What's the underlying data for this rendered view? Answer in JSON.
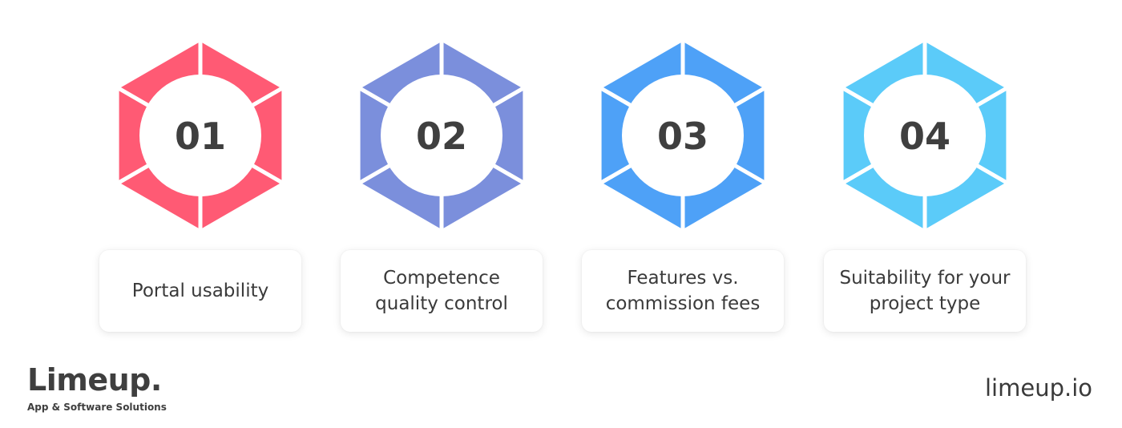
{
  "steps": [
    {
      "number": "01",
      "label": "Portal usability",
      "color": "#ff5a74"
    },
    {
      "number": "02",
      "label": "Competence\nquality control",
      "color": "#7b8fdc"
    },
    {
      "number": "03",
      "label": "Features vs.\ncommission fees",
      "color": "#4ea1f7"
    },
    {
      "number": "04",
      "label": "Suitability for your\nproject type",
      "color": "#5bcbf9"
    }
  ],
  "brand": {
    "name": "Limeup.",
    "tagline": "App & Software Solutions",
    "url": "limeup.io"
  }
}
